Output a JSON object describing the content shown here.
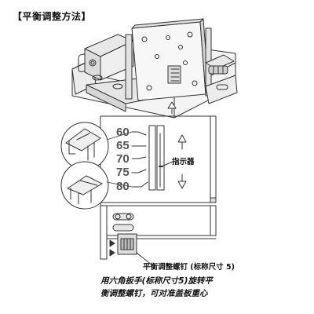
{
  "title": "【平衡调整方法】",
  "scale_marks": [
    "60",
    "65",
    "70",
    "75",
    "80"
  ],
  "labels": {
    "indicator": "指示器",
    "screw": "平衡调整螺钉 (标称尺寸 5)"
  },
  "caption": {
    "line1": "用六角扳手(标称尺寸5)旋转平",
    "line2": "衡调整螺钉，可对准盖板重心"
  },
  "icons": {
    "up": "arrow-up-icon",
    "down": "arrow-down-icon",
    "hinge": "hinge-mechanism-icon"
  }
}
